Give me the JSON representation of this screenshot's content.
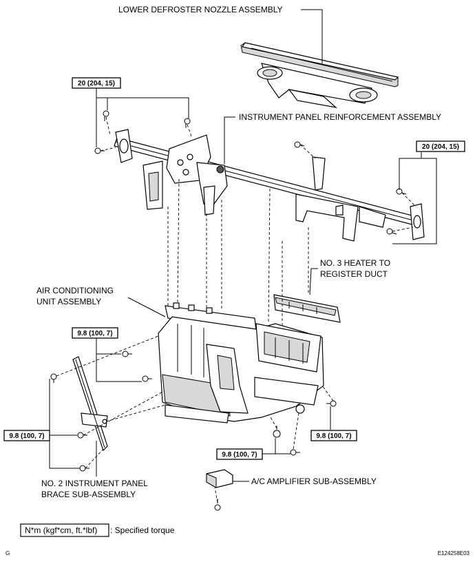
{
  "labels": {
    "lower_defroster": "LOWER DEFROSTER NOZZLE ASSEMBLY",
    "reinforcement": "INSTRUMENT PANEL REINFORCEMENT ASSEMBLY",
    "heater_duct_1": "NO. 3 HEATER TO",
    "heater_duct_2": "REGISTER DUCT",
    "ac_unit_1": "AIR CONDITIONING",
    "ac_unit_2": "UNIT ASSEMBLY",
    "brace_1": "NO. 2 INSTRUMENT PANEL",
    "brace_2": "BRACE SUB-ASSEMBLY",
    "amplifier": "A/C AMPLIFIER SUB-ASSEMBLY"
  },
  "torques": {
    "upper_left": "20 (204, 15)",
    "upper_right": "20 (204, 15)",
    "mid_left": "9.8 (100, 7)",
    "lower_left": "9.8 (100, 7)",
    "lower_right": "9.8 (100, 7)",
    "bottom_center": "9.8 (100, 7)"
  },
  "legend": {
    "box_text": "N*m (kgf*cm, ft.*lbf)",
    "description": ": Specified torque"
  },
  "footer": {
    "corner_letter": "G",
    "figure_id": "E124258E03"
  }
}
